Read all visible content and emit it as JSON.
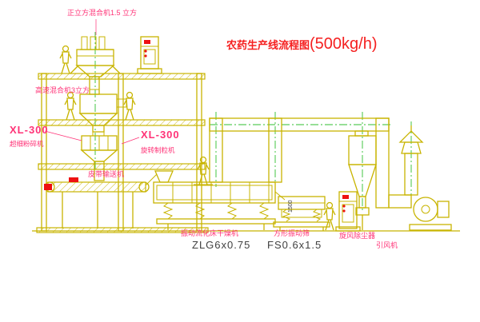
{
  "colors": {
    "line": "#c8b400",
    "label": "#ff3377",
    "title": "#f52020",
    "accent": "#ee1111",
    "green": "#2fbf2f",
    "ink": "#404040",
    "bg": "#ffffff"
  },
  "title": {
    "text": "农药生产线流程图",
    "capacity": "(500kg/h)"
  },
  "labels": {
    "top_mixer": "正立方混合机1.5 立方",
    "high_speed_mixer": "高速混合机3立方",
    "granulator_left_model": "XL-300",
    "granulator_left_name": "超细粉碎机",
    "granulator_right_model": "XL-300",
    "granulator_right_name": "旋转制粒机",
    "belt_conveyor": "皮带输送机",
    "dryer_name": "振动流化床干燥机",
    "dryer_model": "ZLG6x0.75",
    "screen_name": "方形振动筛",
    "screen_model": "FS0.6x1.5",
    "cyclone": "旋风除尘器",
    "fan": "引风机",
    "dim_1500": "1500"
  }
}
